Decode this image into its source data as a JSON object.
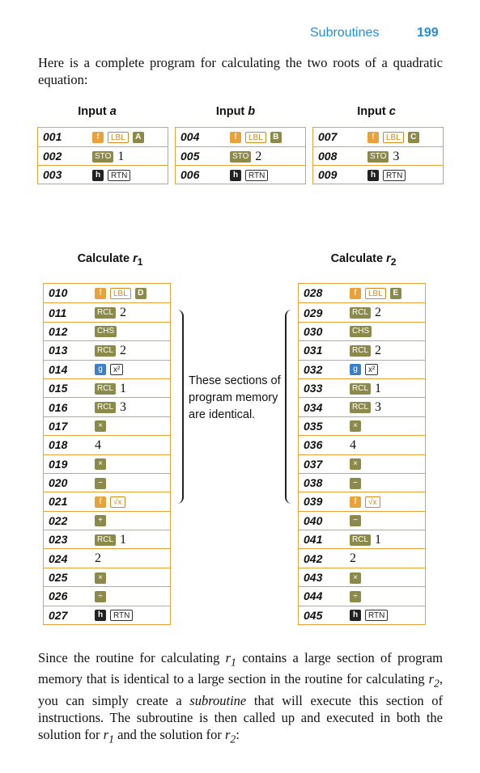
{
  "header": {
    "title": "Subroutines",
    "page_number": "199"
  },
  "intro_text": "Here is a complete program for calculating the two roots of a quadratic equation:",
  "input_tables": [
    {
      "label": "Input a",
      "var": "a",
      "rows": [
        {
          "line": "001",
          "keys": [
            {
              "k": "f",
              "style": "f"
            },
            {
              "k": "LBL",
              "style": "out-o"
            },
            {
              "k": "A",
              "style": "letter"
            }
          ],
          "value": ""
        },
        {
          "line": "002",
          "keys": [
            {
              "k": "STO",
              "style": "dark"
            }
          ],
          "value": "1"
        },
        {
          "line": "003",
          "keys": [
            {
              "k": "h",
              "style": "h"
            },
            {
              "k": "RTN",
              "style": "out"
            }
          ],
          "value": ""
        }
      ]
    },
    {
      "label": "Input b",
      "var": "b",
      "rows": [
        {
          "line": "004",
          "keys": [
            {
              "k": "f",
              "style": "f"
            },
            {
              "k": "LBL",
              "style": "out-o"
            },
            {
              "k": "B",
              "style": "letter"
            }
          ],
          "value": ""
        },
        {
          "line": "005",
          "keys": [
            {
              "k": "STO",
              "style": "dark"
            }
          ],
          "value": "2"
        },
        {
          "line": "006",
          "keys": [
            {
              "k": "h",
              "style": "h"
            },
            {
              "k": "RTN",
              "style": "out"
            }
          ],
          "value": ""
        }
      ]
    },
    {
      "label": "Input c",
      "var": "c",
      "rows": [
        {
          "line": "007",
          "keys": [
            {
              "k": "f",
              "style": "f"
            },
            {
              "k": "LBL",
              "style": "out-o"
            },
            {
              "k": "C",
              "style": "letter"
            }
          ],
          "value": ""
        },
        {
          "line": "008",
          "keys": [
            {
              "k": "STO",
              "style": "dark"
            }
          ],
          "value": "3"
        },
        {
          "line": "009",
          "keys": [
            {
              "k": "h",
              "style": "h"
            },
            {
              "k": "RTN",
              "style": "out"
            }
          ],
          "value": ""
        }
      ]
    }
  ],
  "calc_tables": [
    {
      "label_prefix": "Calculate ",
      "label_var": "r",
      "label_sub": "1",
      "rows": [
        {
          "line": "010",
          "keys": [
            {
              "k": "f",
              "style": "f"
            },
            {
              "k": "LBL",
              "style": "out-o"
            },
            {
              "k": "D",
              "style": "letter"
            }
          ],
          "value": ""
        },
        {
          "line": "011",
          "keys": [
            {
              "k": "RCL",
              "style": "dark"
            }
          ],
          "value": "2"
        },
        {
          "line": "012",
          "keys": [
            {
              "k": "CHS",
              "style": "dark"
            }
          ],
          "value": ""
        },
        {
          "line": "013",
          "keys": [
            {
              "k": "RCL",
              "style": "dark"
            }
          ],
          "value": "2"
        },
        {
          "line": "014",
          "keys": [
            {
              "k": "g",
              "style": "g"
            },
            {
              "k": "x²",
              "style": "out"
            }
          ],
          "value": ""
        },
        {
          "line": "015",
          "keys": [
            {
              "k": "RCL",
              "style": "dark"
            }
          ],
          "value": "1"
        },
        {
          "line": "016",
          "keys": [
            {
              "k": "RCL",
              "style": "dark"
            }
          ],
          "value": "3"
        },
        {
          "line": "017",
          "keys": [
            {
              "k": "×",
              "style": "dark"
            }
          ],
          "value": ""
        },
        {
          "line": "018",
          "keys": [],
          "value": "4"
        },
        {
          "line": "019",
          "keys": [
            {
              "k": "×",
              "style": "dark"
            }
          ],
          "value": ""
        },
        {
          "line": "020",
          "keys": [
            {
              "k": "−",
              "style": "dark"
            }
          ],
          "value": ""
        },
        {
          "line": "021",
          "keys": [
            {
              "k": "f",
              "style": "f"
            },
            {
              "k": "√x",
              "style": "out-o"
            }
          ],
          "value": ""
        },
        {
          "line": "022",
          "keys": [
            {
              "k": "+",
              "style": "dark"
            }
          ],
          "value": ""
        },
        {
          "line": "023",
          "keys": [
            {
              "k": "RCL",
              "style": "dark"
            }
          ],
          "value": "1"
        },
        {
          "line": "024",
          "keys": [],
          "value": "2"
        },
        {
          "line": "025",
          "keys": [
            {
              "k": "×",
              "style": "dark"
            }
          ],
          "value": ""
        },
        {
          "line": "026",
          "keys": [
            {
              "k": "÷",
              "style": "dark"
            }
          ],
          "value": ""
        },
        {
          "line": "027",
          "keys": [
            {
              "k": "h",
              "style": "h"
            },
            {
              "k": "RTN",
              "style": "out"
            }
          ],
          "value": ""
        }
      ]
    },
    {
      "label_prefix": "Calculate ",
      "label_var": "r",
      "label_sub": "2",
      "rows": [
        {
          "line": "028",
          "keys": [
            {
              "k": "f",
              "style": "f"
            },
            {
              "k": "LBL",
              "style": "out-o"
            },
            {
              "k": "E",
              "style": "letter"
            }
          ],
          "value": ""
        },
        {
          "line": "029",
          "keys": [
            {
              "k": "RCL",
              "style": "dark"
            }
          ],
          "value": "2"
        },
        {
          "line": "030",
          "keys": [
            {
              "k": "CHS",
              "style": "dark"
            }
          ],
          "value": ""
        },
        {
          "line": "031",
          "keys": [
            {
              "k": "RCL",
              "style": "dark"
            }
          ],
          "value": "2"
        },
        {
          "line": "032",
          "keys": [
            {
              "k": "g",
              "style": "g"
            },
            {
              "k": "x²",
              "style": "out"
            }
          ],
          "value": ""
        },
        {
          "line": "033",
          "keys": [
            {
              "k": "RCL",
              "style": "dark"
            }
          ],
          "value": "1"
        },
        {
          "line": "034",
          "keys": [
            {
              "k": "RCL",
              "style": "dark"
            }
          ],
          "value": "3"
        },
        {
          "line": "035",
          "keys": [
            {
              "k": "×",
              "style": "dark"
            }
          ],
          "value": ""
        },
        {
          "line": "036",
          "keys": [],
          "value": "4"
        },
        {
          "line": "037",
          "keys": [
            {
              "k": "×",
              "style": "dark"
            }
          ],
          "value": ""
        },
        {
          "line": "038",
          "keys": [
            {
              "k": "−",
              "style": "dark"
            }
          ],
          "value": ""
        },
        {
          "line": "039",
          "keys": [
            {
              "k": "f",
              "style": "f"
            },
            {
              "k": "√x",
              "style": "out-o"
            }
          ],
          "value": ""
        },
        {
          "line": "040",
          "keys": [
            {
              "k": "−",
              "style": "dark"
            }
          ],
          "value": ""
        },
        {
          "line": "041",
          "keys": [
            {
              "k": "RCL",
              "style": "dark"
            }
          ],
          "value": "1"
        },
        {
          "line": "042",
          "keys": [],
          "value": "2"
        },
        {
          "line": "043",
          "keys": [
            {
              "k": "×",
              "style": "dark"
            }
          ],
          "value": ""
        },
        {
          "line": "044",
          "keys": [
            {
              "k": "÷",
              "style": "dark"
            }
          ],
          "value": ""
        },
        {
          "line": "045",
          "keys": [
            {
              "k": "h",
              "style": "h"
            },
            {
              "k": "RTN",
              "style": "out"
            }
          ],
          "value": ""
        }
      ]
    }
  ],
  "identical_note": "These sections of program memory are identical.",
  "closing": {
    "p1": "Since the routine for calculating ",
    "r1": "r",
    "r1_sub": "1",
    "p2": " contains a large section of program memory that is identical to a large section in the routine for calculating ",
    "r2": "r",
    "r2_sub": "2",
    "p3": ", you can simply create a ",
    "emph": "subroutine",
    "p4": " that will execute this section of instructions. The subroutine is then called up and executed in both the solution for ",
    "r3": "r",
    "r3_sub": "1",
    "p5": " and the solution for ",
    "r4": "r",
    "r4_sub": "2",
    "p6": ":"
  },
  "colors": {
    "accent_blue": "#2a8bd6",
    "orange_border": "#e8a23a",
    "f_key": "#e8a23a",
    "g_key": "#3a7fc8",
    "dark_key": "#8b8a4a"
  }
}
